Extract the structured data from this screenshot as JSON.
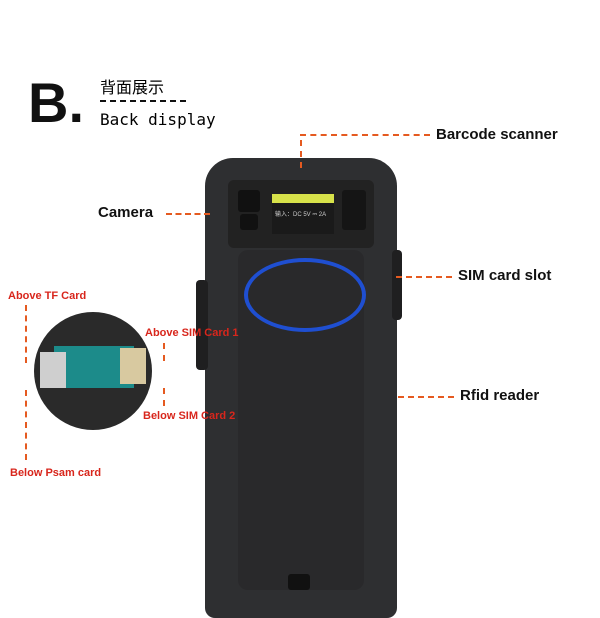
{
  "header": {
    "letter": "B.",
    "title_cn": "背面展示",
    "title_en": "Back display"
  },
  "device": {
    "sticker_text": "输入：DC 5V ⎓ 2A"
  },
  "callouts": {
    "barcode": "Barcode scanner",
    "camera": "Camera",
    "sim_slot": "SIM card slot",
    "rfid": "Rfid reader"
  },
  "inset": {
    "above_tf": "Above TF Card",
    "above_sim1": "Above SIM Card 1",
    "below_sim2": "Below SIM Card 2",
    "below_psam": "Below Psam card"
  },
  "colors": {
    "accent": "#e55a20",
    "label_red": "#d8261c",
    "highlight": "#1f4fd1"
  }
}
